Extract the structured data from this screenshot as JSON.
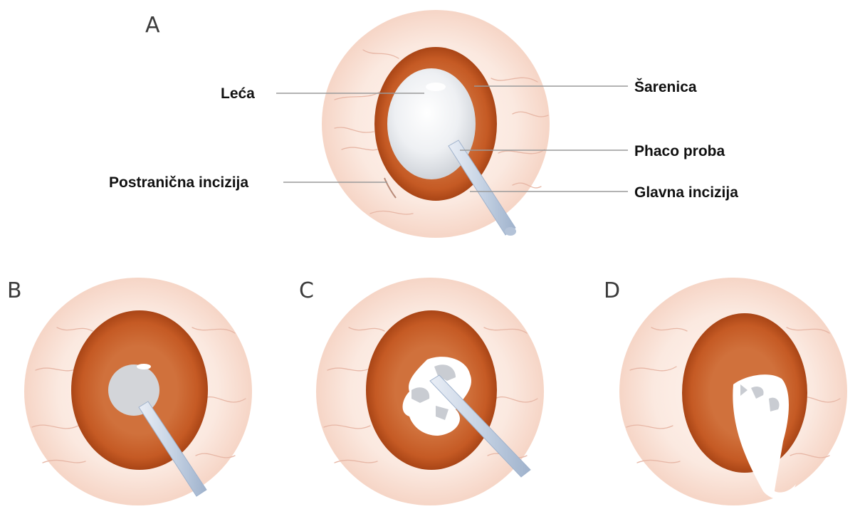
{
  "panels": [
    {
      "id": "A",
      "letter": "A"
    },
    {
      "id": "B",
      "letter": "B"
    },
    {
      "id": "C",
      "letter": "C"
    },
    {
      "id": "D",
      "letter": "D"
    }
  ],
  "labels": {
    "lens": "Leća",
    "iris": "Šarenica",
    "phaco_probe": "Phaco proba",
    "side_incision": "Postranična incizija",
    "main_incision": "Glavna incizija"
  },
  "colors": {
    "sclera": "#f9e1d6",
    "iris": "#c55a24",
    "iris_dark": "#a94516",
    "lens": "#e4e6ea",
    "probe": "#c6d3e4",
    "vessel": "#e7b7a6",
    "leader": "#9a9a9a"
  }
}
